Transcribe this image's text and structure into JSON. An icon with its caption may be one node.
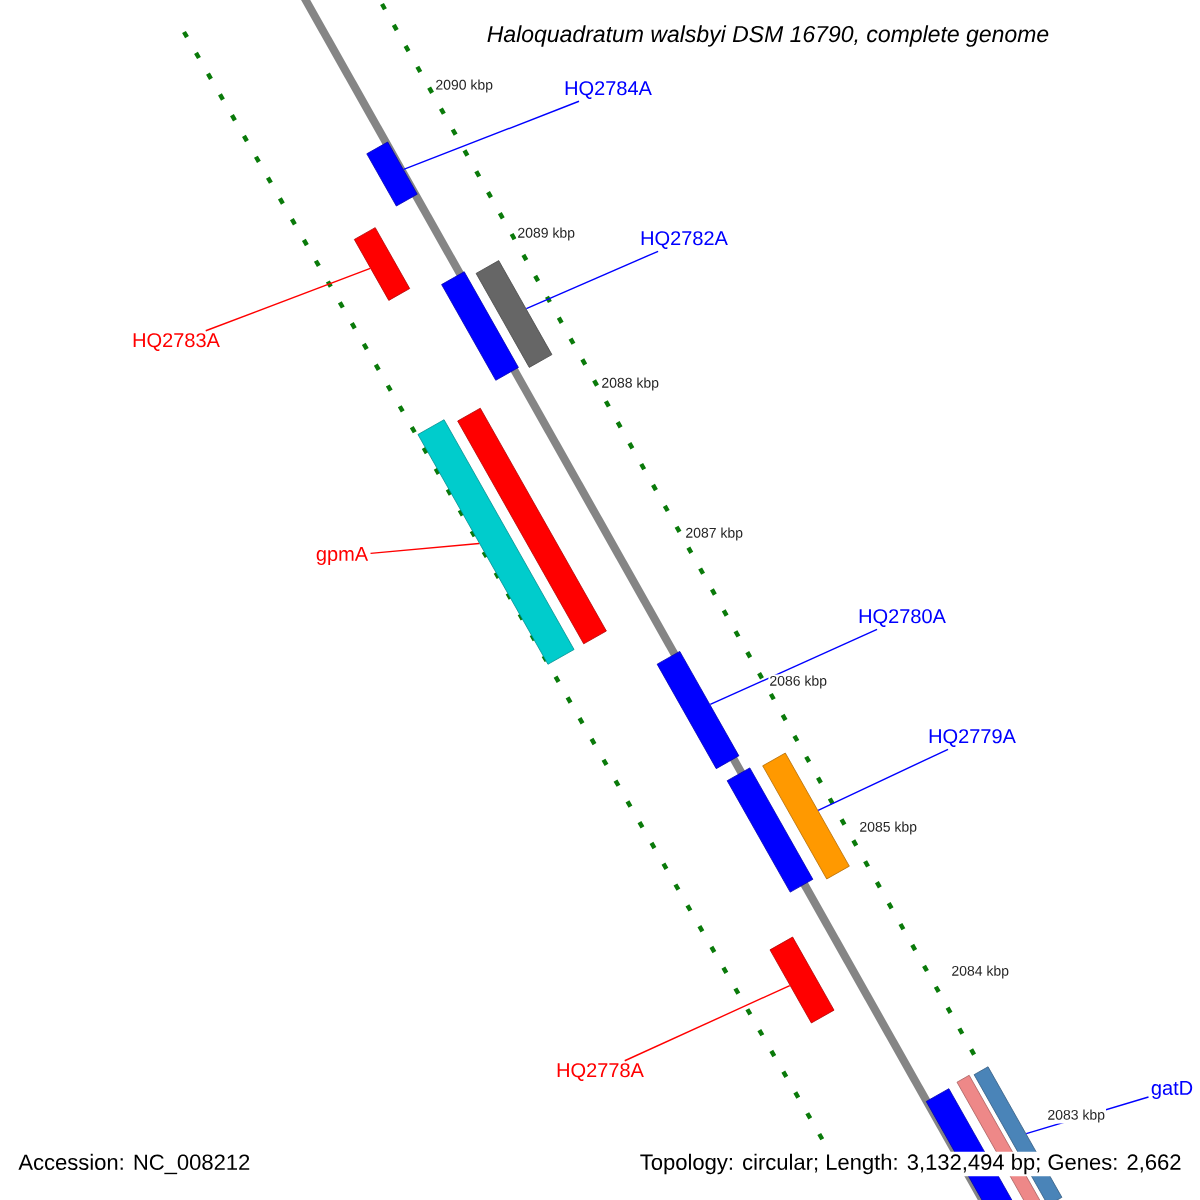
{
  "diagram": {
    "title": "Haloquadratum walsbyi DSM 16790, complete genome",
    "nodes": [
      {
        "text": [
          "HQ2784A"
        ]
      },
      {
        "text": [
          "HQ2782A"
        ]
      },
      {
        "text": [
          "HQ2783A"
        ]
      },
      {
        "text": [
          "gpmA"
        ]
      },
      {
        "text": [
          "HQ2780A"
        ]
      },
      {
        "text": [
          "HQ2779A"
        ]
      },
      {
        "text": [
          "HQ2778A"
        ]
      },
      {
        "text": [
          "gatD"
        ]
      },
      {
        "text": [],
        "shape": "bar"
      },
      {
        "text": [],
        "shape": "bar"
      },
      {
        "text": [],
        "shape": "bar"
      },
      {
        "text": [],
        "shape": "bar"
      },
      {
        "text": [],
        "shape": "bar"
      },
      {
        "text": [],
        "shape": "bar"
      },
      {
        "text": [],
        "shape": "bar"
      },
      {
        "text": [],
        "shape": "bar"
      },
      {
        "text": [],
        "shape": "bar"
      },
      {
        "text": [],
        "shape": "bar"
      },
      {
        "text": [],
        "shape": "bar"
      },
      {
        "text": [],
        "shape": "bar"
      },
      {
        "text": [],
        "shape": "bar"
      }
    ],
    "edges": [
      {
        "from": 0,
        "to": 8,
        "arrow": "none"
      },
      {
        "from": 1,
        "to": 11,
        "arrow": "none"
      },
      {
        "from": 2,
        "to": 9,
        "arrow": "none",
        "color": "#ff0000"
      },
      {
        "from": 3,
        "to": 12,
        "arrow": "none",
        "color": "#ff0000"
      },
      {
        "from": 4,
        "to": 14,
        "arrow": "none"
      },
      {
        "from": 5,
        "to": 16,
        "arrow": "none"
      },
      {
        "from": 6,
        "to": 17,
        "arrow": "none",
        "color": "#ff0000"
      },
      {
        "from": 7,
        "to": 20,
        "arrow": "none"
      }
    ],
    "labels": [
      "2090 kbp",
      "2089 kbp",
      "2088 kbp",
      "2087 kbp",
      "2086 kbp",
      "2085 kbp",
      "2084 kbp",
      "2083 kbp",
      "Accession: NC_008212",
      "Topology: circular; Length: 3,132,494 bp; Genes: 2,662"
    ]
  }
}
